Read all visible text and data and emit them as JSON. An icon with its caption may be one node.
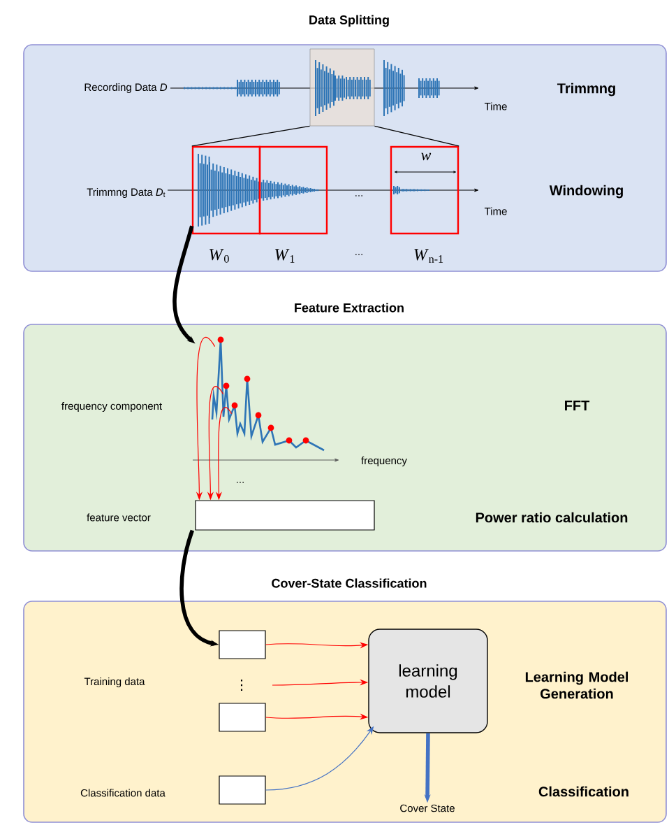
{
  "diagram": {
    "nodes": [
      {
        "text": [
          "Data Splitting"
        ]
      },
      {
        "text": [],
        "shape": "box",
        "in": 0,
        "beside": [
          "*W*$_{0}$"
        ]
      },
      {
        "text": [],
        "shape": "box",
        "in": 0,
        "beside": [
          "*W*$_{1}$"
        ]
      },
      {
        "text": [],
        "shape": "box",
        "in": 0,
        "beside": [
          "*W*$_{n-1}$"
        ]
      },
      {
        "text": [
          "Feature Extraction"
        ]
      },
      {
        "text": [],
        "shape": "picture",
        "in": 4
      },
      {
        "text": [],
        "shape": "box",
        "in": 4
      },
      {
        "text": [
          "Cover-State Classification"
        ]
      },
      {
        "text": [],
        "shape": "box",
        "in": 7
      },
      {
        "text": [],
        "shape": "box",
        "in": 7
      },
      {
        "text": [],
        "shape": "box",
        "in": 7
      },
      {
        "text": [
          "learning model"
        ],
        "in": 7
      },
      {
        "text": [
          "Cover State"
        ],
        "in": 7
      },
      {
        "text": [],
        "shape": "box",
        "in": 0
      }
    ],
    "edges": [
      {
        "from": 1,
        "to": 5,
        "arrow": "to",
        "style": "thick",
        "color": "#000000"
      },
      {
        "from": 5,
        "to": 6,
        "arrow": "to",
        "color": "#ff0000"
      },
      {
        "from": 5,
        "to": 6,
        "arrow": "to",
        "color": "#ff0000"
      },
      {
        "from": 5,
        "to": 6,
        "arrow": "to",
        "color": "#ff0000"
      },
      {
        "from": 6,
        "to": 8,
        "arrow": "to",
        "style": "thick",
        "color": "#000000"
      },
      {
        "from": 8,
        "to": 11,
        "arrow": "to",
        "color": "#ff0000"
      },
      {
        "from": null,
        "to": 11,
        "arrow": "to",
        "color": "#ff0000"
      },
      {
        "from": 9,
        "to": 11,
        "arrow": "to",
        "color": "#ff0000"
      },
      {
        "from": 10,
        "to": 11,
        "arrow": "to",
        "color": "#4472c4"
      },
      {
        "from": 11,
        "to": 12,
        "arrow": "to",
        "style": "thick",
        "color": "#4472c4"
      },
      {
        "from": 13,
        "to": 1,
        "arrow": "none",
        "color": "#000000"
      },
      {
        "from": 13,
        "to": 3,
        "arrow": "none",
        "color": "#000000"
      }
    ],
    "labels": [
      "Recording Data *D*",
      "Time",
      "Trimmng",
      "Trimmng Data *D*$_{t}$",
      "Windowing",
      "Time",
      "*w*",
      "...",
      "...",
      "frequency component",
      "FFT",
      "frequency",
      "...",
      "Power ratio calculation",
      "Training data",
      "⋮",
      "Learning Model Generation",
      "Classification",
      "feature vector",
      "Classification data"
    ]
  }
}
